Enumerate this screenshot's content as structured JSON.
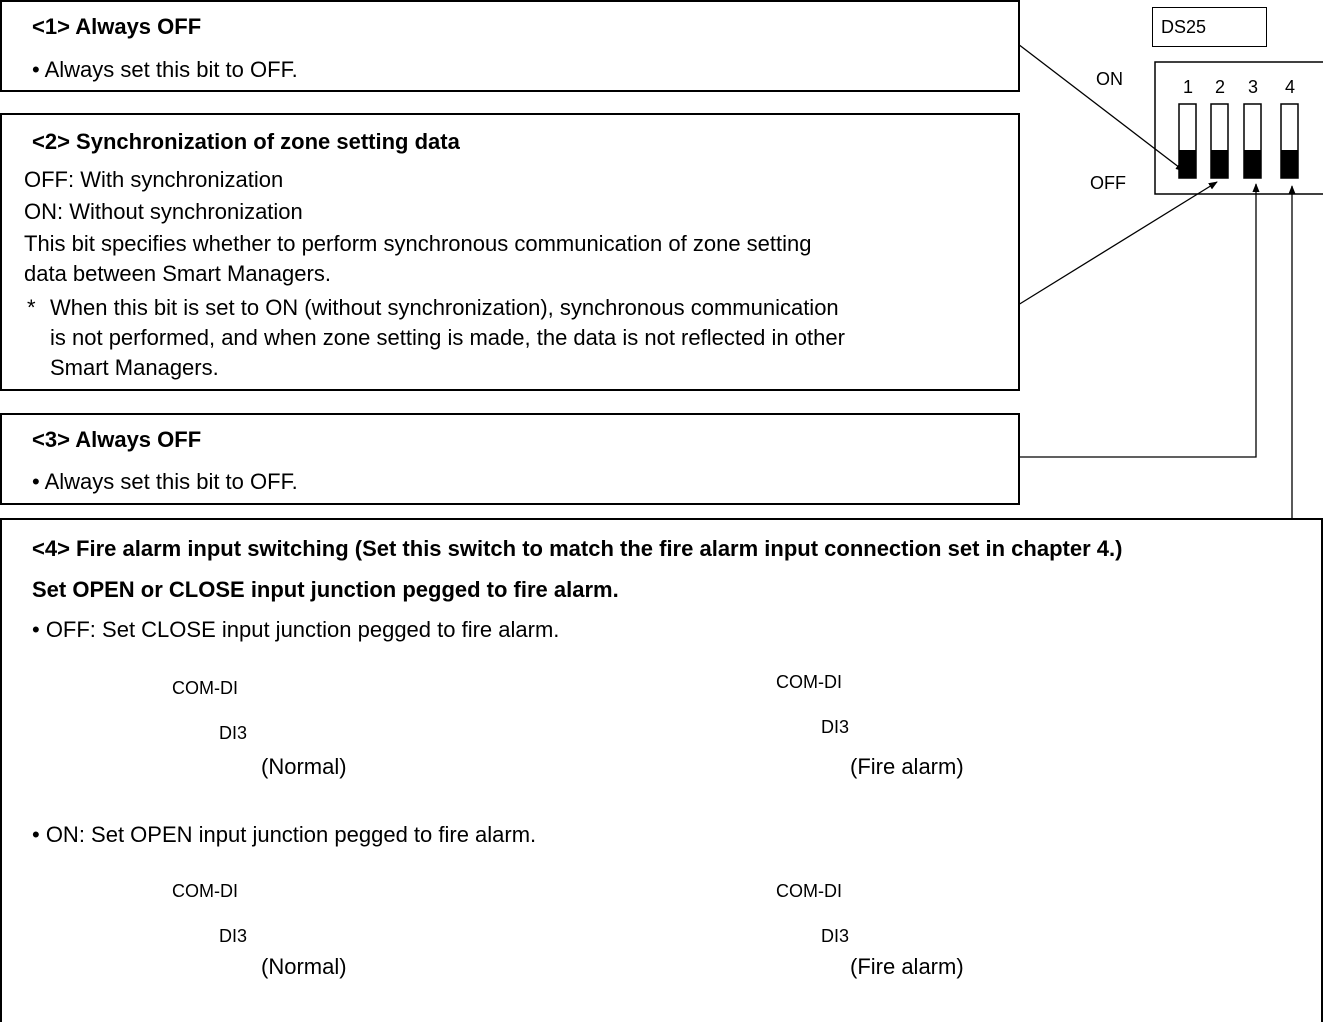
{
  "dip": {
    "label": "DS25",
    "on_label": "ON",
    "off_label": "OFF",
    "numbers": [
      "1",
      "2",
      "3",
      "4"
    ]
  },
  "box1": {
    "title": "<1> Always OFF",
    "line1": "• Always set this bit to OFF."
  },
  "box2": {
    "title": "<2> Synchronization of zone setting data",
    "off_line": "OFF: With synchronization",
    "on_line": "ON:   Without synchronization",
    "desc1": "This bit specifies whether to perform synchronous communication of zone setting",
    "desc2": "data between Smart Managers.",
    "note_star": "*",
    "note1": "When this bit is set to ON (without synchronization), synchronous communication",
    "note2": "is not performed, and when zone setting is made, the data is not reflected in other",
    "note3": "Smart Managers."
  },
  "box3": {
    "title": "<3> Always OFF",
    "line1": "• Always set this bit to OFF."
  },
  "box4": {
    "title": "<4> Fire alarm input switching (Set this switch to match the fire alarm input connection set in chapter 4.)",
    "subtitle": "Set OPEN or CLOSE input junction pegged to fire alarm.",
    "off_bullet": "• OFF: Set CLOSE input junction pegged to fire alarm.",
    "on_bullet": "• ON: Set OPEN input junction pegged to fire alarm."
  },
  "circuit": {
    "com_label": "COM-DI",
    "di_label": "DI3",
    "normal_caption": "(Normal)",
    "fire_caption": "(Fire alarm)"
  }
}
